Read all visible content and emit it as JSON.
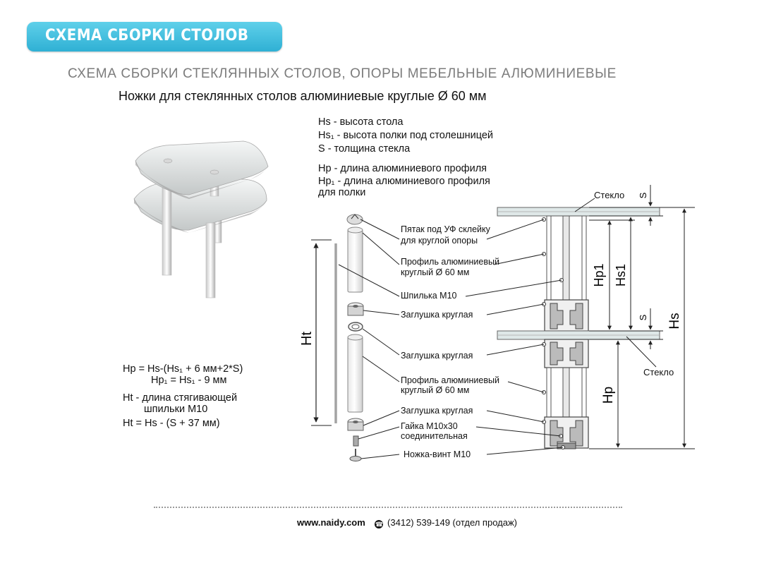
{
  "header": {
    "title": "СХЕМА СБОРКИ СТОЛОВ"
  },
  "subtitle": "СХЕМА СБОРКИ СТЕКЛЯННЫХ СТОЛОВ, ОПОРЫ МЕБЕЛЬНЫЕ АЛЮМИНИЕВЫЕ",
  "subtitle2": "Ножки для стеклянных столов алюминиевые круглые Ø 60 мм",
  "legend": {
    "hs": "Hs  - высота стола",
    "hs1": "Hs₁ - высота полки под столешницей",
    "s": "S     - толщина стекла",
    "hp": "Hp  - длина алюминиевого профиля",
    "hp1": "Hp₁ - длина алюминиевого профиля",
    "hp1_cont": "для полки"
  },
  "formulas": {
    "f1": "Hp = Hs-(Hs₁ + 6 мм+2*S)",
    "f2": "Hp₁ = Hs₁ - 9 мм",
    "f3": "Ht - длина стягивающей",
    "f4": "шпильки М10",
    "f5": "Ht = Hs - (S + 37 мм)"
  },
  "parts": {
    "p1a": "Пятак под УФ склейку",
    "p1b": "для круглой опоры",
    "p2a": "Профиль  алюминиевый",
    "p2b": "круглый Ø 60 мм",
    "p3": "Шпилька М10",
    "p4": "Заглушка круглая",
    "p5": "Заглушка круглая",
    "p6a": "Профиль  алюминиевый",
    "p6b": "круглый Ø 60 мм",
    "p7": "Заглушка круглая",
    "p8a": "Гайка М10х30",
    "p8b": "соединительная",
    "p9": "Ножка-винт М10"
  },
  "dims": {
    "ht": "Ht",
    "hp1": "Hp1",
    "hs1": "Hs1",
    "s_top": "S",
    "s_mid": "S",
    "hs": "Hs",
    "hp": "Hp",
    "glass_top": "Стекло",
    "glass_mid": "Стекло"
  },
  "footer": {
    "site": "www.naidy.com",
    "phone": "(3412) 539-149 (отдел продаж)"
  }
}
